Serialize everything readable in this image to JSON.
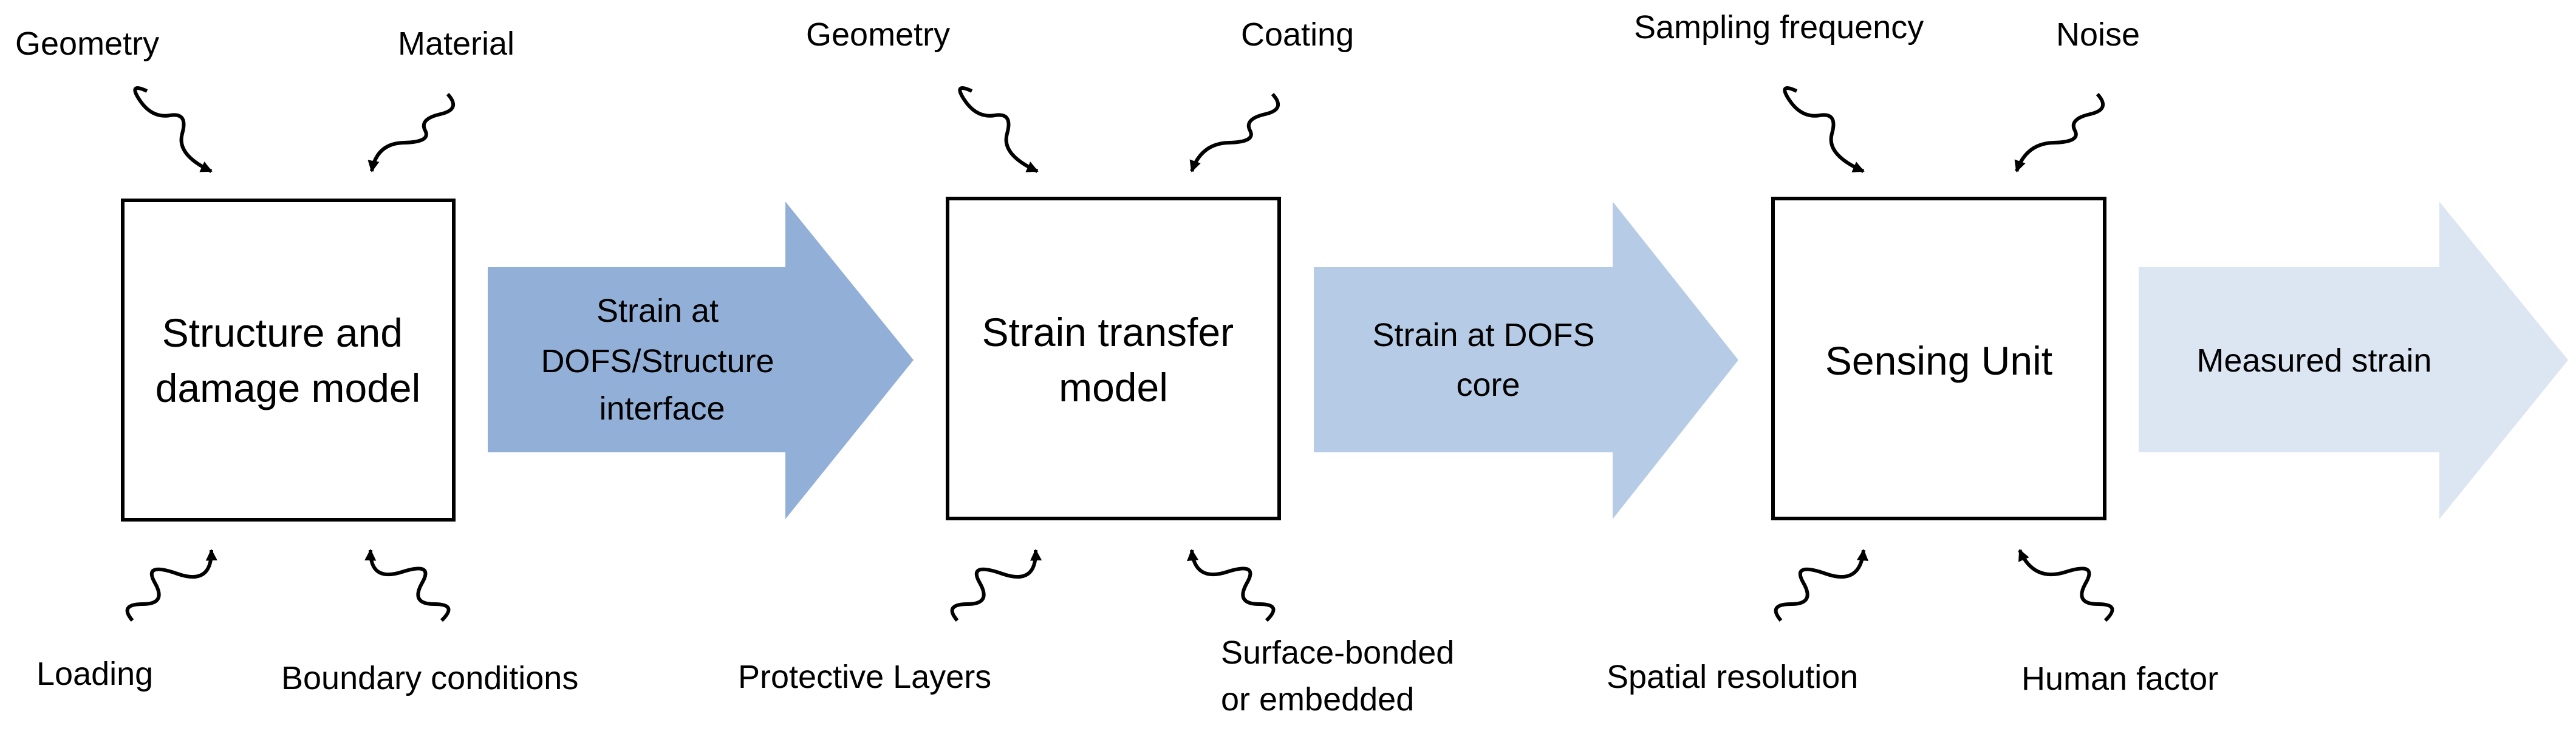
{
  "colors": {
    "arrow1": "#92b0d7",
    "arrow2": "#b6cbe6",
    "arrow3": "#dce6f2",
    "box_stroke": "#000000",
    "text": "#000000"
  },
  "blocks": [
    {
      "title": [
        "Structure and",
        "damage model"
      ],
      "top_left": "Geometry",
      "top_right": "Material",
      "bottom_left": "Loading",
      "bottom_right": [
        "Boundary conditions"
      ]
    },
    {
      "title": [
        "Strain transfer",
        "model"
      ],
      "top_left": "Geometry",
      "top_right": "Coating",
      "bottom_left": "Protective Layers",
      "bottom_right": [
        "Surface-bonded",
        "or embedded"
      ]
    },
    {
      "title": [
        "Sensing Unit"
      ],
      "top_left": "Sampling frequency",
      "top_right": "Noise",
      "bottom_left": "Spatial resolution",
      "bottom_right": [
        "Human factor"
      ]
    }
  ],
  "arrows": [
    {
      "lines": [
        "Strain at",
        "DOFS/Structure",
        "interface"
      ]
    },
    {
      "lines": [
        "Strain at DOFS",
        "core"
      ]
    },
    {
      "lines": [
        "Measured strain"
      ]
    }
  ]
}
